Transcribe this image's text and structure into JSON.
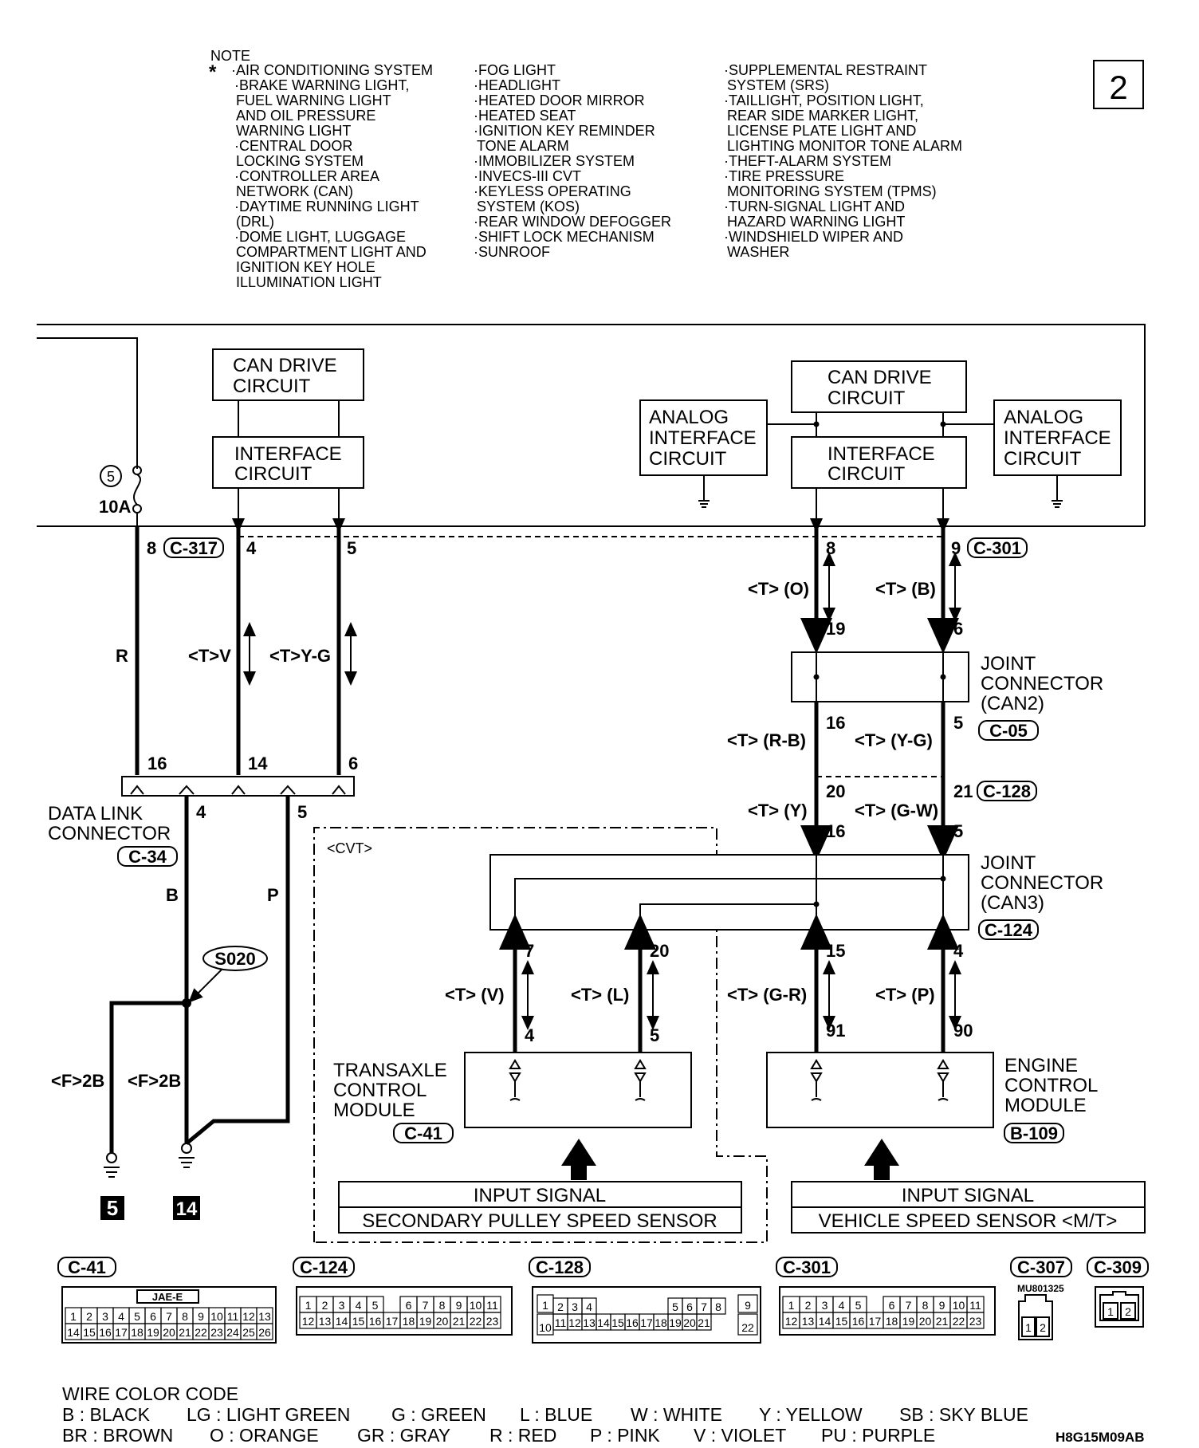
{
  "note": {
    "title": "NOTE",
    "col1": [
      "·AIR CONDITIONING SYSTEM",
      "·BRAKE WARNING LIGHT,",
      "FUEL WARNING LIGHT",
      "AND OIL PRESSURE",
      "WARNING LIGHT",
      "·CENTRAL DOOR",
      "LOCKING SYSTEM",
      "·CONTROLLER AREA",
      "NETWORK (CAN)",
      "·DAYTIME RUNNING LIGHT",
      "(DRL)",
      "·DOME LIGHT, LUGGAGE",
      "COMPARTMENT LIGHT AND",
      "IGNITION KEY HOLE",
      "ILLUMINATION LIGHT"
    ],
    "col2": [
      "·FOG LIGHT",
      "·HEADLIGHT",
      "·HEATED DOOR MIRROR",
      "·HEATED SEAT",
      "·IGNITION KEY REMINDER",
      "TONE ALARM",
      "·IMMOBILIZER SYSTEM",
      "·INVECS-III CVT",
      "·KEYLESS OPERATING",
      "SYSTEM (KOS)",
      "·REAR WINDOW DEFOGGER",
      "·SHIFT LOCK MECHANISM",
      "·SUNROOF"
    ],
    "col3": [
      "·SUPPLEMENTAL RESTRAINT",
      "SYSTEM (SRS)",
      "·TAILLIGHT, POSITION LIGHT,",
      "REAR SIDE MARKER LIGHT,",
      "LICENSE PLATE LIGHT AND",
      "LIGHTING MONITOR TONE ALARM",
      "·THEFT-ALARM SYSTEM",
      "·TIRE PRESSURE",
      "MONITORING SYSTEM (TPMS)",
      "·TURN-SIGNAL LIGHT AND",
      "HAZARD WARNING LIGHT",
      "·WINDSHIELD WIPER AND",
      "WASHER"
    ]
  },
  "page_number": "2",
  "left_unit": {
    "can_drive": [
      "CAN DRIVE",
      "CIRCUIT"
    ],
    "interface": [
      "INTERFACE",
      "CIRCUIT"
    ],
    "fuse_no": "5",
    "fuse_amp": "10A",
    "connector": "C-317",
    "pins": [
      "8",
      "4",
      "5"
    ]
  },
  "right_unit": {
    "can_drive": [
      "CAN DRIVE",
      "CIRCUIT"
    ],
    "interface": [
      "INTERFACE",
      "CIRCUIT"
    ],
    "analog_l": [
      "ANALOG",
      "INTERFACE",
      "CIRCUIT"
    ],
    "analog_r": [
      "ANALOG",
      "INTERFACE",
      "CIRCUIT"
    ],
    "connector": "C-301",
    "pins": [
      "8",
      "9"
    ]
  },
  "wires": {
    "r": "R",
    "tv": "<T>V",
    "tyg": "<T>Y-G",
    "t_o": "<T> (O)",
    "t_b": "<T> (B)",
    "t_rb": "<T> (R-B)",
    "t_yg": "<T> (Y-G)",
    "t_y": "<T> (Y)",
    "t_gw": "<T> (G-W)",
    "t_v": "<T> (V)",
    "t_l": "<T> (L)",
    "t_gr": "<T> (G-R)",
    "t_p": "<T> (P)",
    "b": "B",
    "p": "P",
    "f2b": "<F>2B"
  },
  "pins": {
    "jc2_top": [
      "19",
      "6"
    ],
    "jc2_bot": [
      "16",
      "5"
    ],
    "c128": [
      "20",
      "21"
    ],
    "jc3_top": [
      "16",
      "5"
    ],
    "jc3_bot": [
      "7",
      "20",
      "15",
      "4"
    ],
    "tcm": [
      "4",
      "5"
    ],
    "ecm": [
      "91",
      "90"
    ],
    "dlc_top": [
      "16",
      "14",
      "6"
    ],
    "dlc_bot": [
      "4",
      "5"
    ]
  },
  "joint2": {
    "label": [
      "JOINT",
      "CONNECTOR",
      "(CAN2)"
    ],
    "connector": "C-05"
  },
  "c128": "C-128",
  "joint3": {
    "label": [
      "JOINT",
      "CONNECTOR",
      "(CAN3)"
    ],
    "connector": "C-124"
  },
  "dlc": {
    "label": [
      "DATA LINK",
      "CONNECTOR"
    ],
    "connector": "C-34"
  },
  "cvt": "<CVT>",
  "splice": "S020",
  "grounds": [
    "5",
    "14"
  ],
  "tcm": {
    "label": [
      "TRANSAXLE",
      "CONTROL",
      "MODULE"
    ],
    "connector": "C-41"
  },
  "ecm": {
    "label": [
      "ENGINE",
      "CONTROL",
      "MODULE"
    ],
    "connector": "B-109"
  },
  "input_left": {
    "title": "INPUT SIGNAL",
    "name": "SECONDARY PULLEY SPEED SENSOR"
  },
  "input_right": {
    "title": "INPUT SIGNAL",
    "name": "VEHICLE SPEED SENSOR <M/T>"
  },
  "connectors": {
    "c41": "C-41",
    "c41_tag": "JAE-E",
    "c124": "C-124",
    "c128": "C-128",
    "c301": "C-301",
    "c307": "C-307",
    "c307_part": "MU801325",
    "c309": "C-309"
  },
  "wire_color_code": {
    "title": "WIRE COLOR CODE",
    "row1": [
      "B : BLACK",
      "LG : LIGHT GREEN",
      "G : GREEN",
      "L : BLUE",
      "W : WHITE",
      "Y : YELLOW",
      "SB : SKY BLUE"
    ],
    "row2": [
      "BR : BROWN",
      "O : ORANGE",
      "GR : GRAY",
      "R : RED",
      "P : PINK",
      "V : VIOLET",
      "PU : PURPLE"
    ]
  },
  "figure_code": "H8G15M09AB"
}
